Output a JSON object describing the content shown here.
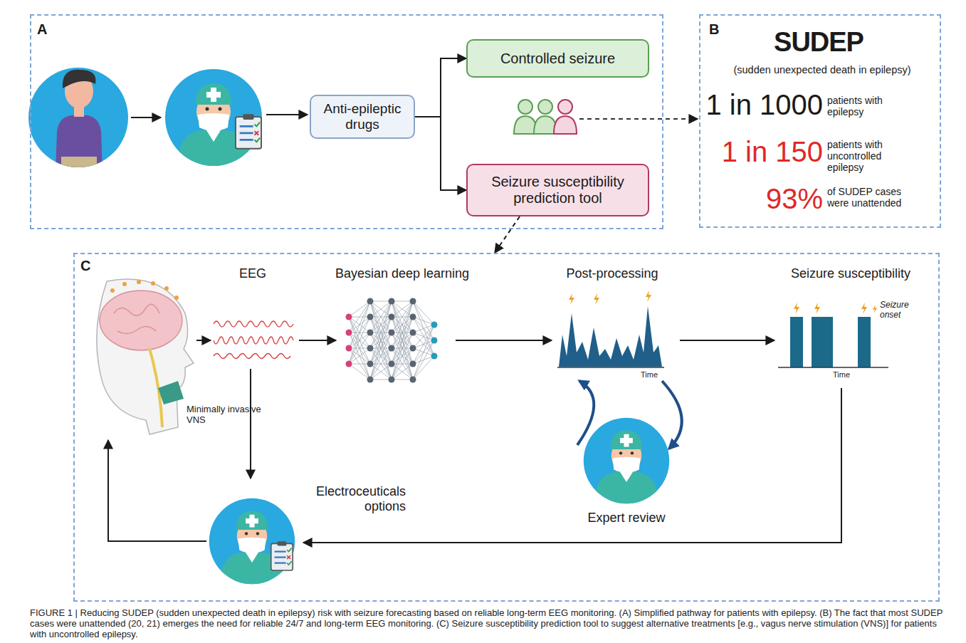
{
  "diagram": {
    "caption": "FIGURE 1 | Reducing SUDEP (sudden unexpected death in epilepsy) risk with seizure forecasting based on reliable long-term EEG monitoring. (A) Simplified pathway for patients with epilepsy. (B) The fact that most SUDEP cases were unattended (20, 21) emerges the need for reliable 24/7 and long-term EEG monitoring. (C) Seizure susceptibility prediction tool to suggest alternative treatments [e.g., vagus nerve stimulation (VNS)] for patients with uncontrolled epilepsy.",
    "nodes": [
      {
        "text": [
          "A"
        ]
      },
      {
        "text": [
          "Anti-epileptic drugs"
        ],
        "in": 0
      },
      {
        "text": [
          "Controlled seizure"
        ],
        "in": 0
      },
      {
        "text": [
          "Seizure susceptibility prediction tool"
        ],
        "in": 0
      },
      {
        "text": [
          "B",
          "SUDEP",
          "(sudden unexpected death in epilepsy)",
          "1 in 1000",
          "patients with epilepsy",
          "1 in 150",
          "patients with uncontrolled epilepsy",
          "93%",
          "of SUDEP cases were unattended"
        ]
      },
      {
        "text": [
          "C"
        ]
      }
    ],
    "edges": [
      {
        "from": 1,
        "to": 2,
        "arrow": "to"
      },
      {
        "from": 1,
        "to": 3,
        "arrow": "to"
      },
      {
        "from": 3,
        "to": 5,
        "arrow": "to"
      }
    ],
    "labels": [
      "EEG",
      "Minimally invasive VNS",
      "Bayesian deep learning",
      "Post-processing",
      "Time",
      "Expert review",
      "Seizure susceptibility",
      "Seizure onset",
      "Time",
      "Electroceuticals options"
    ]
  }
}
